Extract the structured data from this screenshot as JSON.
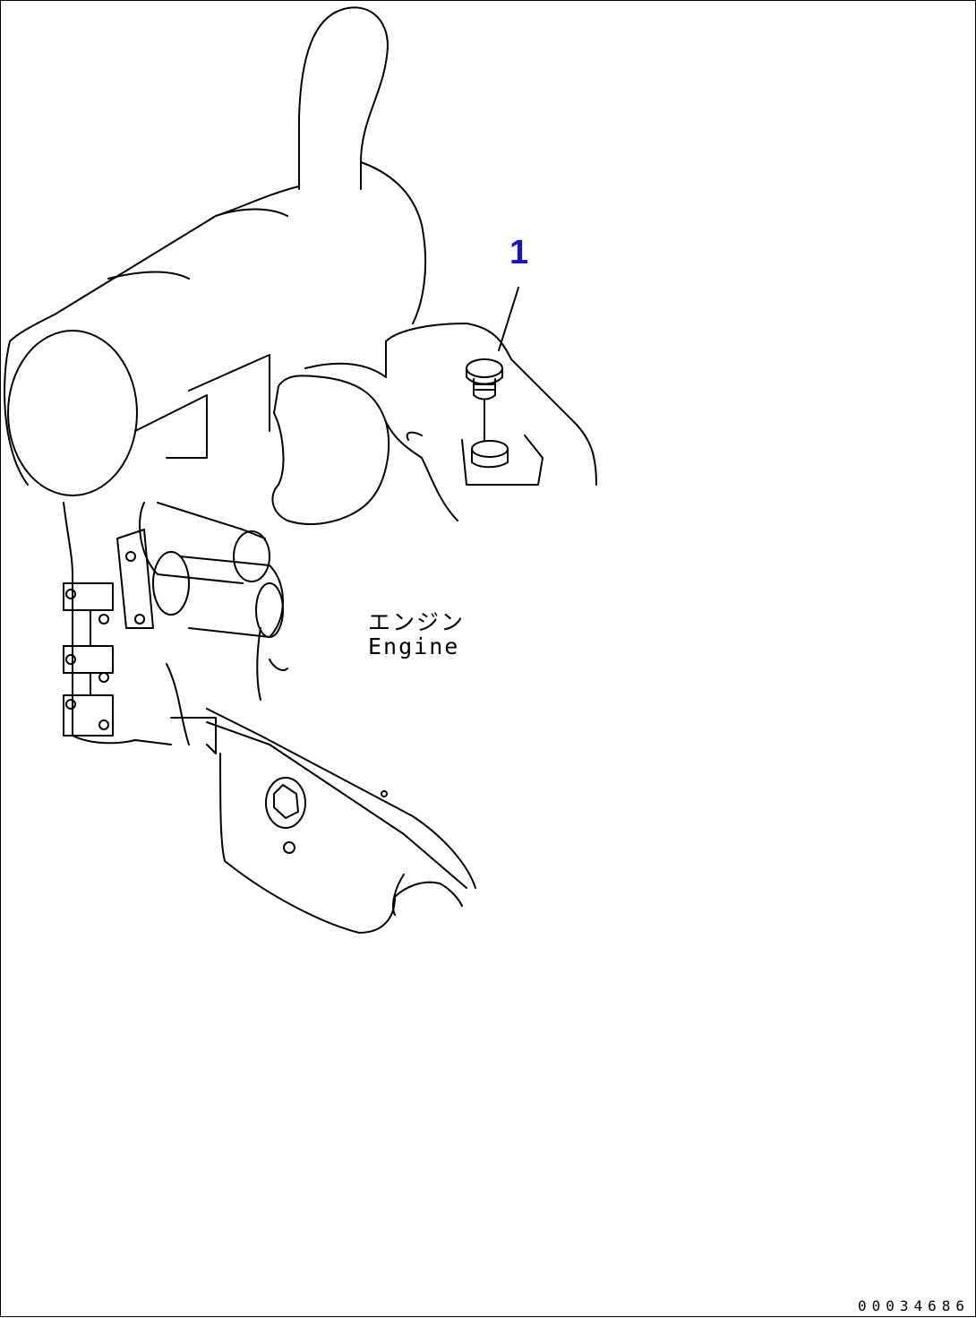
{
  "callout": {
    "part_number": "1",
    "color": "#1414c8"
  },
  "labels": {
    "jp": "エンジン",
    "en": "Engine"
  },
  "drawing_number": "00034686"
}
